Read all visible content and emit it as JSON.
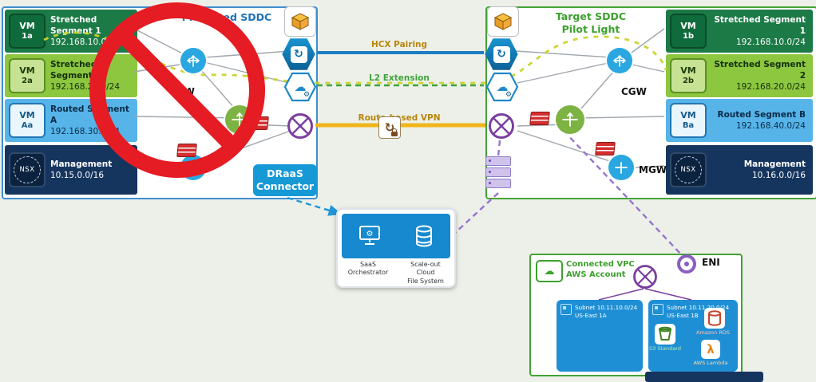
{
  "colors": {
    "left_border": "#3e8ed0",
    "right_border": "#43a336",
    "hcx_line": "#1f7dc4",
    "l2_line": "#3fa33c",
    "vpn_line": "#f1b51c",
    "prohibited": "#e51c23",
    "purple": "#9575cd",
    "draas_blue": "#1799d6",
    "subnet_blue": "#1f8fd5"
  },
  "icons": {
    "cloud": "☁",
    "gear": "⚙",
    "sync": "↻",
    "lambda": "λ"
  },
  "left_sddc": {
    "title": "Protected SDDC",
    "cgw": "CGW",
    "mgw": "MGW",
    "rows": [
      {
        "vm": "VM",
        "id": "1a",
        "label": "Stretched Segment 1",
        "cidr": "192.168.10.0/24"
      },
      {
        "vm": "VM",
        "id": "2a",
        "label": "Stretched Segment 2",
        "cidr": "192.168.20.0/24"
      },
      {
        "vm": "VM",
        "id": "Aa",
        "label": "Routed Segment A",
        "cidr": "192.168.30.0/24"
      }
    ],
    "management": {
      "logo": "NSX",
      "label": "Management",
      "cidr": "10.15.0.0/16"
    }
  },
  "right_sddc": {
    "title": "Target SDDC\nPilot Light",
    "cgw": "CGW",
    "mgw": "MGW",
    "rows": [
      {
        "vm": "VM",
        "id": "1b",
        "label": "Stretched Segment 1",
        "cidr": "192.168.10.0/24"
      },
      {
        "vm": "VM",
        "id": "2b",
        "label": "Stretched Segment 2",
        "cidr": "192.168.20.0/24"
      },
      {
        "vm": "VM",
        "id": "Ba",
        "label": "Routed Segment B",
        "cidr": "192.168.40.0/24"
      }
    ],
    "management": {
      "logo": "NSX",
      "label": "Management",
      "cidr": "10.16.0.0/16"
    }
  },
  "links": {
    "hcx": "HCX Pairing",
    "l2": "L2 Extension",
    "vpn": "Route-based VPN"
  },
  "draas": {
    "label": "DRaaS\nConnector"
  },
  "saas": {
    "orchestrator": "SaaS\nOrchestrator",
    "file_system": "Scale-out\nCloud\nFile System"
  },
  "vpc": {
    "title": "Connected VPC\nAWS Account",
    "eni": "ENI",
    "subnets": [
      {
        "label": "Subnet 10.11.10.0/24\nUS-East 1A"
      },
      {
        "label": "Subnet 10.11.20.0/24\nUS-East 1B"
      }
    ],
    "services": {
      "s3": "S3 Standard",
      "rds": "Amazon RDS",
      "lambda_label": "AWS Lambda"
    }
  }
}
